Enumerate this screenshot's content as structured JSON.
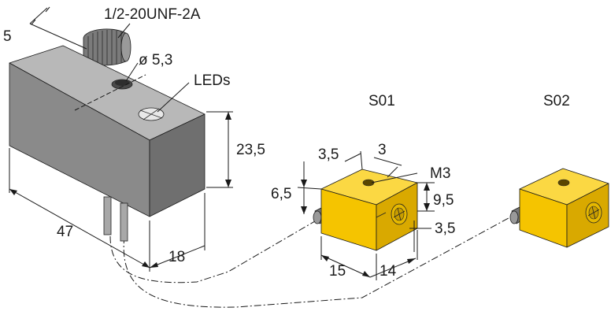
{
  "colors": {
    "sensor_body_front": "#8a8a8a",
    "sensor_body_top": "#b8b8b8",
    "sensor_body_side": "#6f6f6f",
    "actuator_front": "#f5c400",
    "actuator_top": "#fbd843",
    "actuator_side": "#d9a900"
  },
  "icons": {
    "sensor": "inductive-sensor-block",
    "connector": "threaded-connector",
    "actuator": "yellow-actuator-block"
  },
  "labels": {
    "thread": "1/2-20UNF-2A",
    "offset_5": "5",
    "hole_diameter": "ø 5,3",
    "leds": "LEDs",
    "height_23_5": "23,5",
    "length_47": "47",
    "width_18": "18",
    "s01": "S01",
    "s02": "S02",
    "a_3_5": "3,5",
    "a_3": "3",
    "m3": "M3",
    "a_6_5": "6,5",
    "a_9_5": "9,5",
    "a_3_5_b": "3,5",
    "a_15": "15",
    "a_14": "14"
  }
}
